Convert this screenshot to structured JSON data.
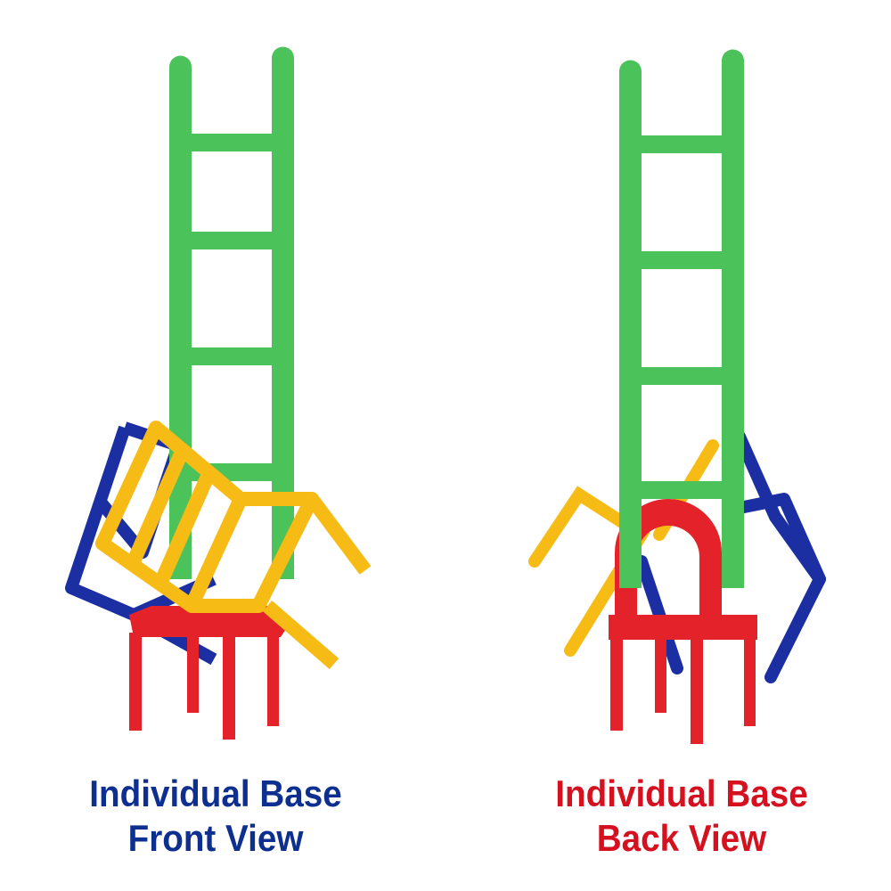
{
  "colors": {
    "caption_front": "#0d2f8f",
    "caption_back": "#d5101f",
    "ladder": "#4cc25a",
    "chair_yellow": "#f7bb16",
    "chair_blue": "#1b2fa3",
    "chair_red": "#e3222a"
  },
  "captions": [
    {
      "line1": "Individual Base",
      "line2": "Front View"
    },
    {
      "line1": "Individual Base",
      "line2": "Back View"
    }
  ]
}
